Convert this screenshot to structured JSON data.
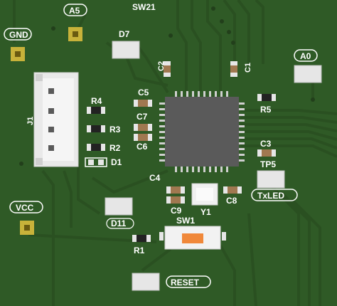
{
  "board": {
    "colors": {
      "soldermask": "#2f5a26",
      "copper": "#3b6d30",
      "trace": "#2b5222",
      "silk": "#ffffff",
      "pad": "#d8c04a",
      "ic": "#5b5b5b",
      "pin": "#c8c8c8",
      "button_orange": "#f08a3a"
    },
    "net_labels": {
      "gnd": "GND",
      "a5": "A5",
      "vcc": "VCC",
      "a0": "A0",
      "reset": "RESET",
      "txled": "TxLED"
    },
    "refdes": {
      "sw21": "SW21",
      "d7": "D7",
      "c2": "C2",
      "c1": "C1",
      "j1": "J1",
      "r4": "R4",
      "c5": "C5",
      "r5": "R5",
      "c7": "C7",
      "r3": "R3",
      "c6": "C6",
      "r2": "R2",
      "d1": "D1",
      "c3": "C3",
      "tp5": "TP5",
      "c4": "C4",
      "c9": "C9",
      "y1": "Y1",
      "c8": "C8",
      "d11": "D11",
      "sw1": "SW1",
      "r1": "R1"
    }
  }
}
